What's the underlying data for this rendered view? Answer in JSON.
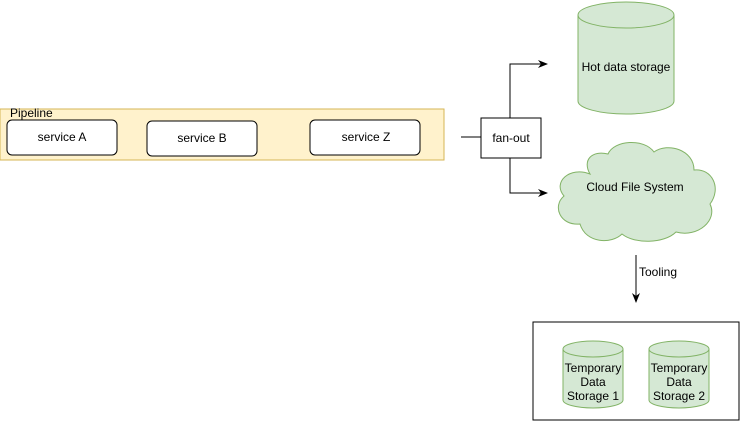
{
  "pipeline": {
    "label": "Pipeline",
    "services": [
      "service A",
      "service B",
      "service Z"
    ]
  },
  "fanout": {
    "label": "fan-out"
  },
  "hot_storage": {
    "label": "Hot data storage"
  },
  "cloud_fs": {
    "label": "Cloud File System"
  },
  "tooling": {
    "label": "Tooling"
  },
  "temp_storage": {
    "items": [
      {
        "lines": [
          "Temporary",
          "Data",
          "Storage 1"
        ]
      },
      {
        "lines": [
          "Temporary",
          "Data",
          "Storage 2"
        ]
      }
    ]
  },
  "colors": {
    "pipeline_fill": "#fff2cc",
    "pipeline_stroke": "#d6b656",
    "storage_fill": "#d5e8d4",
    "storage_stroke": "#82b366",
    "line": "#000000"
  }
}
